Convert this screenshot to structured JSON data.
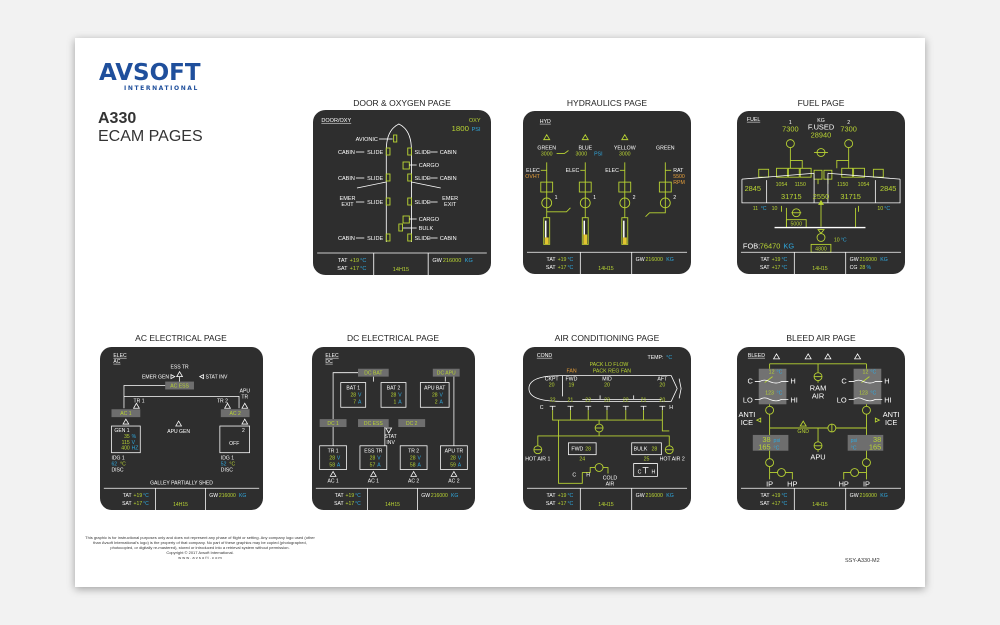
{
  "brand": {
    "logo": "AVSOFT",
    "sub": "INTERNATIONAL"
  },
  "title": {
    "model": "A330",
    "subtitle": "ECAM PAGES"
  },
  "footer": {
    "tat": "TAT",
    "tat_val": "+19",
    "sat": "SAT",
    "sat_val": "+17",
    "unit_c": "°C",
    "time": "14H15",
    "gw": "GW",
    "gw_val": "216000",
    "gw_unit": "KG"
  },
  "door": {
    "title": "DOOR & OXYGEN PAGE",
    "label": "DOOR/OXY",
    "oxy": "OXY",
    "oxy_val": "1800",
    "psi": "PSI",
    "avionic": "AVIONIC",
    "cabin": "CABIN",
    "slide": "SLIDE",
    "cargo": "CARGO",
    "emer": "EMER",
    "exit": "EXIT",
    "bulk": "BULK"
  },
  "hyd": {
    "title": "HYDRAULICS PAGE",
    "label": "HYD",
    "systems": [
      {
        "name": "GREEN",
        "psi": "3000"
      },
      {
        "name": "BLUE",
        "psi": "3000"
      },
      {
        "name": "YELLOW",
        "psi": "3000"
      },
      {
        "name": "GREEN",
        "psi": ""
      }
    ],
    "psi": "PSI",
    "elec": "ELEC",
    "ovht": "OVHT",
    "rat": "RAT",
    "rat_rpm": "5500",
    "rpm": "RPM",
    "pump1": "1",
    "pump2": "2"
  },
  "fuel": {
    "title": "FUEL PAGE",
    "label": "FUEL",
    "eng1": "1",
    "eng1_val": "7300",
    "eng2": "2",
    "eng2_val": "7300",
    "kg": "KG",
    "fused": "F.USED",
    "fused_val": "28940",
    "outer_l": "2845",
    "inner1_l": "1054",
    "inner2_l": "1150",
    "inner2_r": "1150",
    "inner1_r": "1054",
    "outer_r": "2845",
    "wing_l": "31715",
    "center": "2550",
    "wing_r": "31715",
    "temp_l1": "11",
    "temp_l2": "10",
    "temp_r": "10",
    "trim": "5000",
    "trim_col": "4800",
    "trim_temp": "10",
    "fob": "FOB:",
    "fob_val": "76470",
    "fob_unit": "KG",
    "cg": "CG",
    "cg_val": "28",
    "pct": "%"
  },
  "ac": {
    "title": "AC ELECTRICAL PAGE",
    "label1": "ELEC",
    "label2": "AC",
    "ess_tr": "ESS TR",
    "emer_gen": "EMER GEN",
    "stat_inv": "STAT INV",
    "ac_ess": "AC ESS",
    "tr1": "TR 1",
    "tr2": "TR 2",
    "apu": "APU",
    "tr": "TR",
    "ac1": "AC 1",
    "ac2": "AC 2",
    "gen1": "GEN 1",
    "load": "35",
    "pct": "%",
    "volt": "115",
    "v": "V",
    "freq": "400",
    "hz": "HZ",
    "apu_gen": "APU GEN",
    "gen2": "2",
    "off": "OFF",
    "idg1": "IDG 1",
    "idg1_temp": "62",
    "idg2": "IDG 1",
    "idg2_temp": "52",
    "disc": "DISC",
    "galley": "GALLEY PARTIALLY SHED"
  },
  "dc": {
    "title": "DC ELECTRICAL PAGE",
    "label1": "ELEC",
    "label2": "DC",
    "dc_bat": "DC BAT",
    "dc_apu": "DC APU",
    "bat1": "BAT 1",
    "bat2": "BAT 2",
    "apu_bat": "APU BAT",
    "v": "V",
    "a": "A",
    "bat1_v": "28",
    "bat1_a": "7",
    "bat2_v": "28",
    "bat2_a": "1",
    "apubat_v": "28",
    "apubat_a": "2",
    "dc1": "DC 1",
    "dc_ess": "DC ESS",
    "dc2": "DC 2",
    "stat": "STAT",
    "inv": "INV",
    "tr1": "TR 1",
    "ess_tr": "ESS TR",
    "tr2": "TR 2",
    "apu_tr": "APU TR",
    "tr1_v": "28",
    "tr1_a": "58",
    "esstr_v": "28",
    "esstr_a": "57",
    "tr2_v": "28",
    "tr2_a": "58",
    "aputr_v": "28",
    "aputr_a": "59",
    "ac1": "AC 1",
    "ac2": "AC 2"
  },
  "cond": {
    "title": "AIR CONDITIONING PAGE",
    "label": "COND",
    "temp": "TEMP:",
    "unit": "°C",
    "lo_flow": "PACK LO FLOW",
    "reg_fan": "PACK REG FAN",
    "fan": "FAN",
    "ckpt": "CKPT",
    "ckpt_val": "20",
    "fwd": "FWD",
    "fwd_val": "19",
    "mid": "MID",
    "mid_val": "20",
    "aft": "AFT",
    "aft_val": "20",
    "duct": [
      "22",
      "21",
      "22",
      "23",
      "22",
      "21",
      "20"
    ],
    "c": "C",
    "h": "H",
    "hot1": "HOT AIR 1",
    "hot2": "HOT AIR 2",
    "fwd_cargo": "FWD",
    "fwd_cargo_val": "28",
    "fwd_cargo_duct": "24",
    "bulk": "BULK",
    "bulk_val": "28",
    "bulk_duct": "25",
    "cold": "COLD",
    "air": "AIR"
  },
  "bleed": {
    "title": "BLEED AIR PAGE",
    "label": "BLEED",
    "ram": "RAM",
    "air": "AIR",
    "temp_top": "12",
    "temp_bot": "123",
    "c": "C",
    "h": "H",
    "lo": "LO",
    "hi": "HI",
    "anti": "ANTI",
    "ice": "ICE",
    "gnd": "GND",
    "apu": "APU",
    "psi_val": "38",
    "psi": "psi",
    "temp_val": "165",
    "unit": "°C",
    "ip": "IP",
    "hp": "HP"
  },
  "notes": {
    "disclaimer": "This graphic is for instructional purposes only and does not represent any phase of flight or setting. Any company logo used (other than Avsoft International's logo) is the property of that company. No part of these graphics may be copied (photographed, photocopied, or digitally re-mastered), stored or introduced into a retrieval system without permission.",
    "copyright": "Copyright © 2017 Avsoft International.",
    "web": "w w w . a v s o f t . c o m",
    "code": "SSY-A330-M2"
  },
  "colors": {
    "green": "#b9d433",
    "cyan": "#2fa9df",
    "amber": "#e8a03a",
    "panel": "#2e2e2e",
    "brand": "#1f4f9c"
  }
}
